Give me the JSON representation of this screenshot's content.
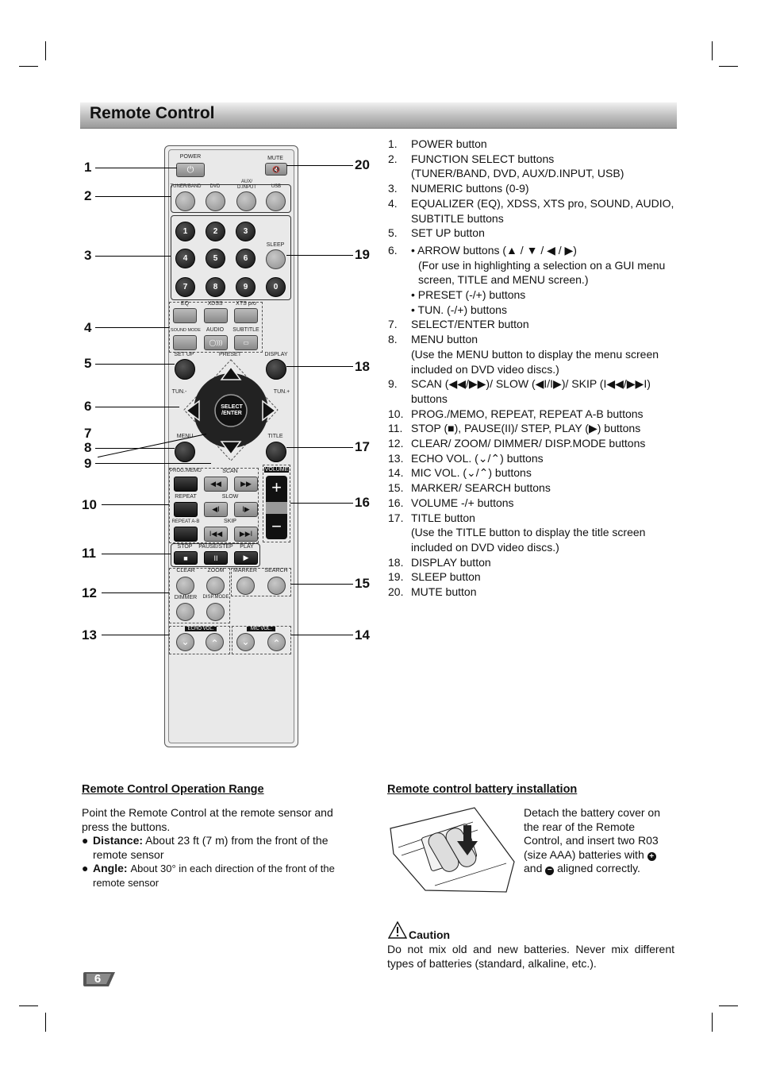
{
  "page": {
    "title": "Remote Control",
    "page_number": "6"
  },
  "remote": {
    "labels": {
      "power": "POWER",
      "mute": "MUTE",
      "tuner_band": "TUNER/BAND",
      "dvd": "DVD",
      "aux": "AUX/ D.INPUT",
      "usb": "USB",
      "sleep": "SLEEP",
      "eq": "EQ",
      "xdss": "XDSS",
      "xts_pro": "XTS pro",
      "sound_mode": "SOUND MODE",
      "audio": "AUDIO",
      "subtitle": "SUBTITLE",
      "set_up": "SET UP",
      "preset": "PRESET",
      "display": "DISPLAY",
      "tun_minus": "TUN.-",
      "tun_plus": "TUN.+",
      "select_enter": "SELECT /ENTER",
      "menu": "MENU",
      "title": "TITLE",
      "prog_memo": "PROG./MEMO",
      "scan": "SCAN",
      "volume": "VOLUME",
      "repeat": "REPEAT",
      "slow": "SLOW",
      "repeat_ab": "REPEAT A-B",
      "skip": "SKIP",
      "stop": "STOP",
      "pause_step": "PAUSE/STEP",
      "play": "PLAY",
      "clear": "CLEAR",
      "zoom": "ZOOM",
      "marker": "MARKER",
      "search": "SEARCH",
      "dimmer": "DIMMER",
      "disp_mode": "DISP.MODE",
      "echo_vol": "ECHO VOL.",
      "mic_vol": "MIC VOL."
    },
    "digits": [
      "1",
      "2",
      "3",
      "4",
      "5",
      "6",
      "7",
      "8",
      "9",
      "0"
    ]
  },
  "callouts_left": [
    "1",
    "2",
    "3",
    "4",
    "5",
    "6",
    "7",
    "8",
    "9",
    "10",
    "11",
    "12",
    "13"
  ],
  "callouts_right": [
    "20",
    "19",
    "18",
    "17",
    "16",
    "15",
    "14"
  ],
  "button_list": [
    {
      "num": "1.",
      "text": "POWER button"
    },
    {
      "num": "2.",
      "text": "FUNCTION SELECT buttons",
      "extra": "(TUNER/BAND, DVD, AUX/D.INPUT, USB)"
    },
    {
      "num": "3.",
      "text": "NUMERIC buttons (0-9)"
    },
    {
      "num": "4.",
      "text": "EQUALIZER (EQ), XDSS, XTS pro, SOUND, AUDIO, SUBTITLE buttons"
    },
    {
      "num": "5.",
      "text": "SET UP button"
    },
    {
      "num": "6.",
      "text": "• ARROW buttons (▲ / ▼ / ◀ / ▶)"
    },
    {
      "num": "",
      "text": "(For use in highlighting a selection on a GUI menu screen, TITLE and MENU screen.)"
    },
    {
      "num": "",
      "text": "• PRESET (-/+) buttons"
    },
    {
      "num": "",
      "text": "• TUN. (-/+) buttons"
    },
    {
      "num": "7.",
      "text": "SELECT/ENTER button"
    },
    {
      "num": "8.",
      "text": "MENU button",
      "extra": "(Use the MENU button to display the menu screen included on DVD video discs.)"
    },
    {
      "num": "9.",
      "text": "SCAN (◀◀/▶▶)/ SLOW (◀I/I▶)/ SKIP (I◀◀/▶▶I) buttons"
    },
    {
      "num": "10.",
      "text": "PROG./MEMO, REPEAT, REPEAT A-B buttons"
    },
    {
      "num": "11.",
      "text": "STOP (■), PAUSE(II)/ STEP, PLAY (▶) buttons"
    },
    {
      "num": "12.",
      "text": "CLEAR/ ZOOM/ DIMMER/ DISP.MODE buttons"
    },
    {
      "num": "13.",
      "text": "ECHO VOL. (⌄/⌃) buttons"
    },
    {
      "num": "14.",
      "text": "MIC VOL. (⌄/⌃) buttons"
    },
    {
      "num": "15.",
      "text": "MARKER/ SEARCH buttons"
    },
    {
      "num": "16.",
      "text": "VOLUME -/+ buttons"
    },
    {
      "num": "17.",
      "text": "TITLE button",
      "extra": "(Use the TITLE button to display the title screen included on DVD video discs.)"
    },
    {
      "num": "18.",
      "text": "DISPLAY button"
    },
    {
      "num": "19.",
      "text": "SLEEP button"
    },
    {
      "num": "20.",
      "text": "MUTE button"
    }
  ],
  "range_section": {
    "heading": "Remote Control Operation Range",
    "intro": "Point the Remote Control at the remote sensor and press the buttons.",
    "distance_label": "Distance:",
    "distance_text": "About 23 ft (7 m) from the front of the remote sensor",
    "angle_label": "Angle:",
    "angle_text": "About 30° in each direction of the front of the remote sensor"
  },
  "battery_section": {
    "heading": "Remote control battery installation",
    "text_1": "Detach the battery cover on the rear of the Remote Control, and insert two R03 (size AAA) batteries with",
    "text_2": "and",
    "text_3": "aligned correctly.",
    "caution_label": "Caution",
    "caution_text": "Do not mix old and new batteries. Never mix different types of batteries (standard, alkaline, etc.)."
  }
}
